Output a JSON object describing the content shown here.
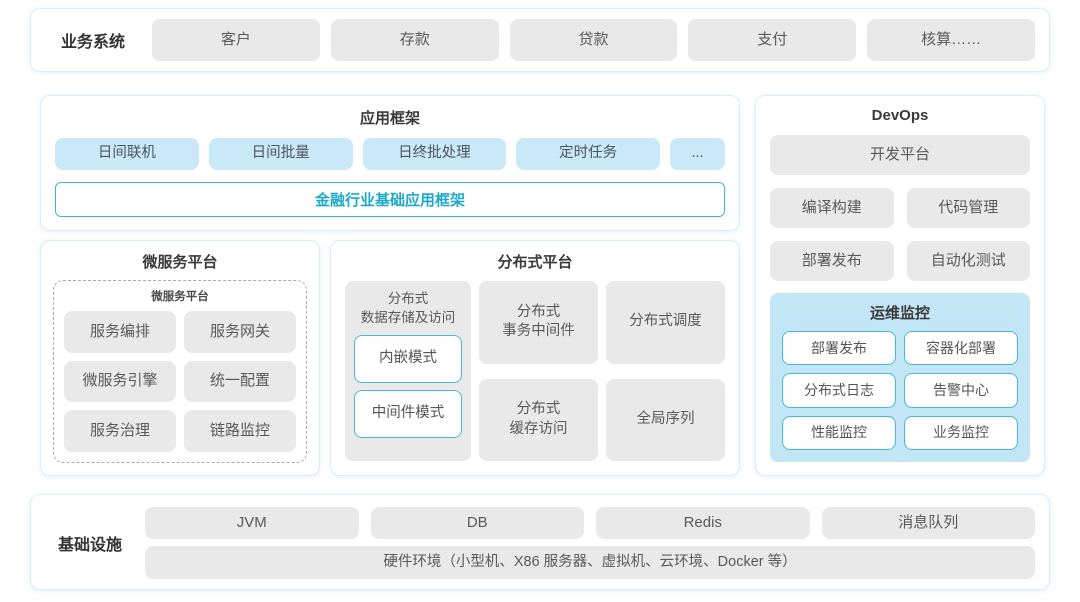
{
  "colors": {
    "panel_border": "#d8eef5",
    "gray_chip_bg": "#e9e9e9",
    "blue_chip_bg": "#c9e8f8",
    "teal_border": "#45bcd4",
    "teal_text": "#1fa9c9",
    "monitor_bg": "#c3e6f6",
    "chip_text": "#595959",
    "title_text": "#3a3a3a"
  },
  "business_systems": {
    "label": "业务系统",
    "items": [
      "客户",
      "存款",
      "贷款",
      "支付",
      "核算……"
    ]
  },
  "app_framework": {
    "title": "应用框架",
    "items": [
      "日间联机",
      "日间批量",
      "日终批处理",
      "定时任务",
      "..."
    ],
    "base": "金融行业基础应用框架"
  },
  "microservice": {
    "title": "微服务平台",
    "inner_title": "微服务平台",
    "items": [
      "服务编排",
      "服务网关",
      "微服务引擎",
      "统一配置",
      "服务治理",
      "链路监控"
    ]
  },
  "distributed": {
    "title": "分布式平台",
    "storage": {
      "title": "分布式\n数据存储及访问",
      "items": [
        "内嵌模式",
        "中间件模式"
      ]
    },
    "middle_cells": [
      "分布式\n事务中间件",
      "分布式\n缓存访问"
    ],
    "right_cells": [
      "分布式调度",
      "全局序列"
    ]
  },
  "devops": {
    "title": "DevOps",
    "platform": "开发平台",
    "items": [
      "编译构建",
      "代码管理",
      "部署发布",
      "自动化测试"
    ],
    "monitoring": {
      "title": "运维监控",
      "items": [
        "部署发布",
        "容器化部署",
        "分布式日志",
        "告警中心",
        "性能监控",
        "业务监控"
      ]
    }
  },
  "infrastructure": {
    "label": "基础设施",
    "items": [
      "JVM",
      "DB",
      "Redis",
      "消息队列"
    ],
    "hardware": "硬件环境（小型机、X86 服务器、虚拟机、云环境、Docker 等）"
  }
}
